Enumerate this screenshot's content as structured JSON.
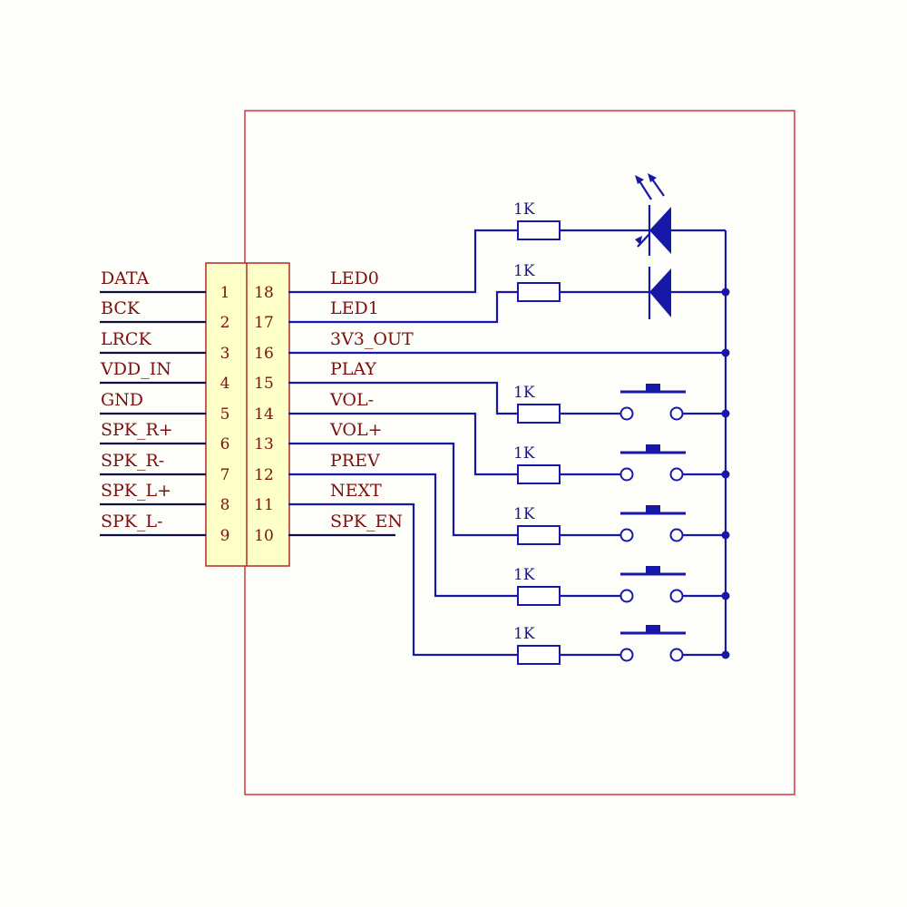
{
  "header": {
    "left_signals": [
      "DATA",
      "BCK",
      "LRCK",
      "VDD_IN",
      "GND",
      "SPK_R+",
      "SPK_R-",
      "SPK_L+",
      "SPK_L-"
    ],
    "left_pins": [
      "1",
      "2",
      "3",
      "4",
      "5",
      "6",
      "7",
      "8",
      "9"
    ],
    "right_pins": [
      "18",
      "17",
      "16",
      "15",
      "14",
      "13",
      "12",
      "11",
      "10"
    ],
    "right_signals": [
      "LED0",
      "LED1",
      "3V3_OUT",
      "PLAY",
      "VOL-",
      "VOL+",
      "PREV",
      "NEXT",
      "SPK_EN"
    ]
  },
  "resistors": [
    "1K",
    "1K",
    "1K",
    "1K",
    "1K",
    "1K",
    "1K"
  ],
  "colors": {
    "wire": "#1818a8",
    "label": "#7a1010",
    "frame": "#c81a28",
    "header_fill": "#ffffc8"
  }
}
